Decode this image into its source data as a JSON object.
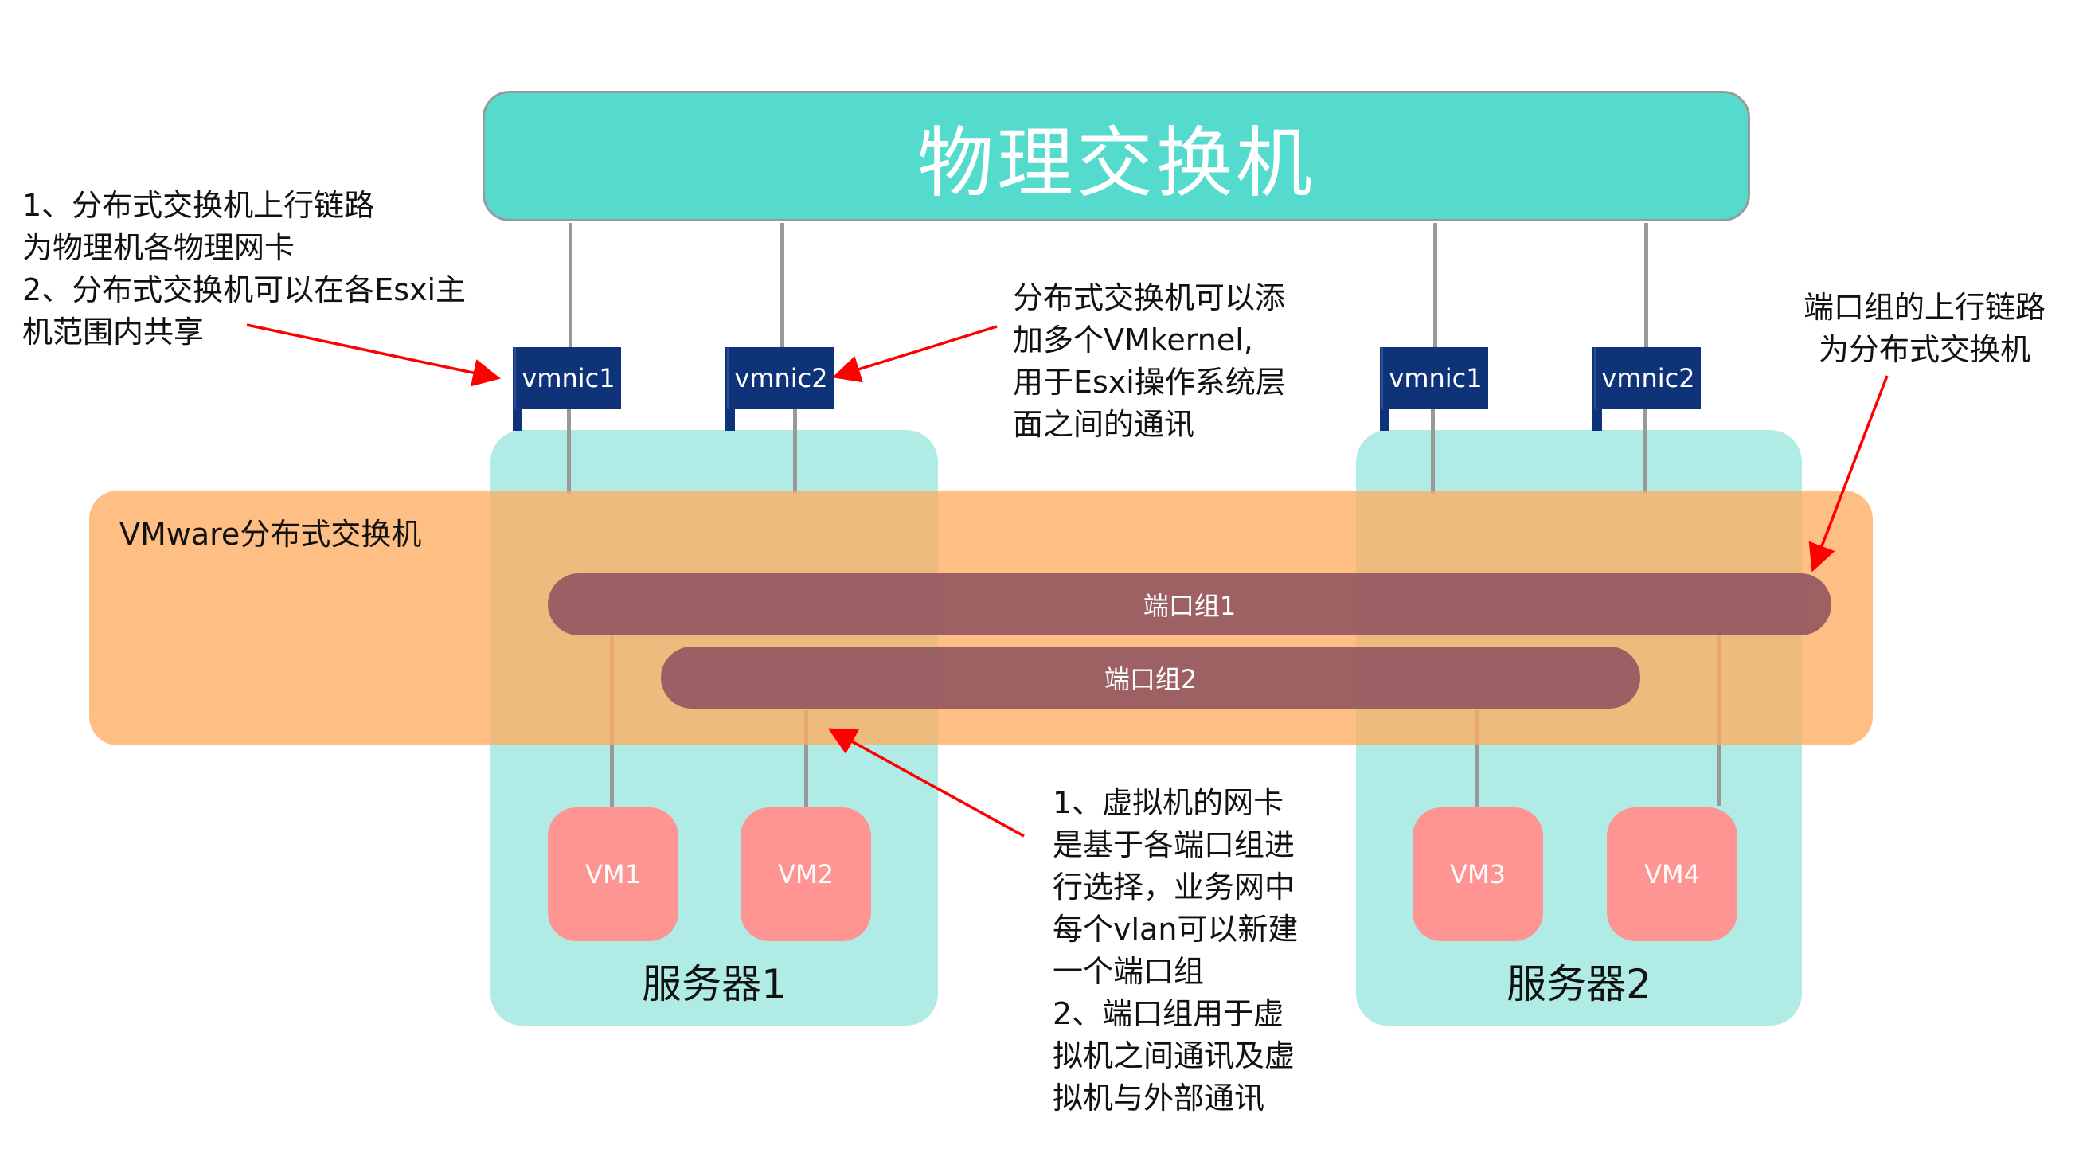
{
  "physical_switch": {
    "label": "物理交换机"
  },
  "distributed_switch": {
    "label": "VMware分布式交换机"
  },
  "port_groups": [
    {
      "label": "端口组1"
    },
    {
      "label": "端口组2"
    }
  ],
  "servers": [
    {
      "label": "服务器1",
      "vmnics": [
        "vmnic1",
        "vmnic2"
      ],
      "vms": [
        "VM1",
        "VM2"
      ]
    },
    {
      "label": "服务器2",
      "vmnics": [
        "vmnic1",
        "vmnic2"
      ],
      "vms": [
        "VM3",
        "VM4"
      ]
    }
  ],
  "annotations": {
    "uplink_note": "1、分布式交换机上行链路\n为物理机各物理网卡\n2、分布式交换机可以在各Esxi主\n机范围内共享",
    "vmkernel_note": "分布式交换机可以添\n加多个VMkernel,\n用于Esxi操作系统层\n面之间的通讯",
    "portgroup_uplink_note": "端口组的上行链路\n为分布式交换机",
    "vm_nic_note": "1、虚拟机的网卡\n是基于各端口组进\n行选择，业务网中\n每个vlan可以新建\n一个端口组\n2、端口组用于虚\n拟机之间通讯及虚\n拟机与外部通讯"
  },
  "colors": {
    "physical_switch": "#55dbce",
    "server": "#b0ece5",
    "distributed_switch": "#ffad62",
    "port_group": "#8f5e68",
    "vmnic": "#0f3379",
    "vm": "#fe9593",
    "link": "#999999",
    "arrow": "#ff0000"
  }
}
